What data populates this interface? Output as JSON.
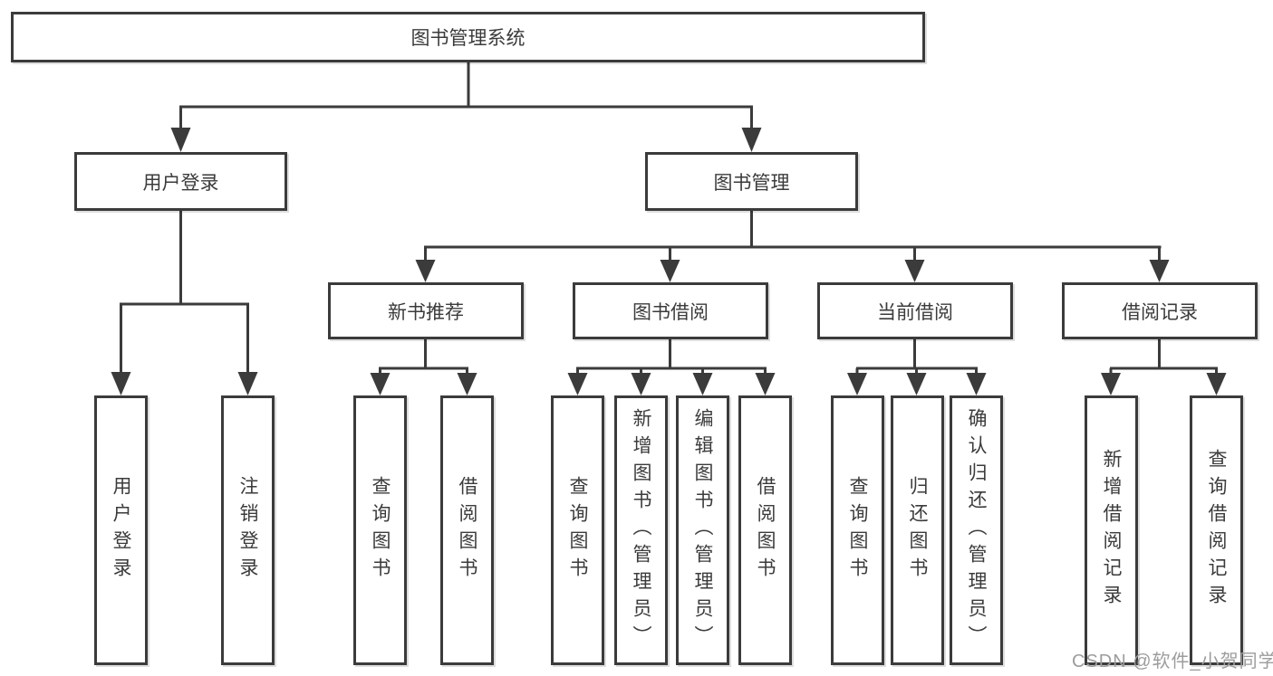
{
  "diagram": {
    "root": "图书管理系统",
    "level2": [
      "用户登录",
      "图书管理"
    ],
    "level3": [
      "新书推荐",
      "图书借阅",
      "当前借阅",
      "借阅记录"
    ],
    "leaves": {
      "user_login": [
        "用户登录",
        "注销登录"
      ],
      "new_books": [
        "查询图书",
        "借阅图书"
      ],
      "book_borrow": [
        "查询图书",
        "新增图书（管理员）",
        "编辑图书（管理员）",
        "借阅图书"
      ],
      "current_borrow": [
        "查询图书",
        "归还图书",
        "确认归还（管理员）"
      ],
      "records": [
        "新增借阅记录",
        "查询借阅记录"
      ]
    }
  },
  "watermark": "CSDN @软件_小贺同学",
  "colors": {
    "line": "#3b3b3b",
    "text": "#3b3b3b",
    "watermark": "#9c9c9c",
    "background": "#ffffff"
  }
}
